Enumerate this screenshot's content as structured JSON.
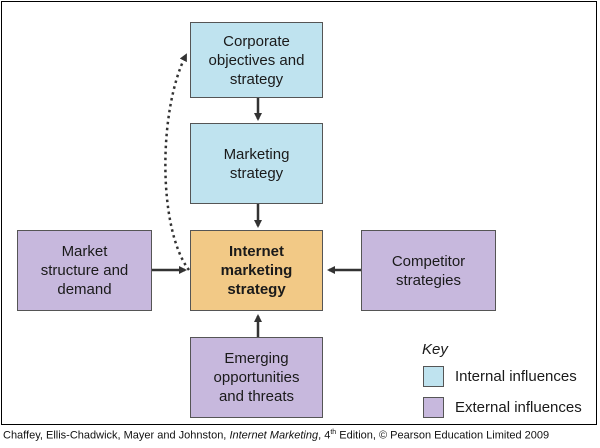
{
  "diagram": {
    "nodes": {
      "corporate": {
        "label": "Corporate\nobjectives and\nstrategy",
        "type": "internal"
      },
      "marketing": {
        "label": "Marketing\nstrategy",
        "type": "internal"
      },
      "internet": {
        "label": "Internet\nmarketing\nstrategy",
        "type": "core"
      },
      "market": {
        "label": "Market\nstructure and\ndemand",
        "type": "external"
      },
      "competitor": {
        "label": "Competitor\nstrategies",
        "type": "external"
      },
      "emerging": {
        "label": "Emerging\nopportunities\nand threats",
        "type": "external"
      }
    },
    "edges": [
      {
        "from": "corporate",
        "to": "marketing",
        "style": "solid"
      },
      {
        "from": "marketing",
        "to": "internet",
        "style": "solid"
      },
      {
        "from": "market",
        "to": "internet",
        "style": "solid"
      },
      {
        "from": "competitor",
        "to": "internet",
        "style": "solid"
      },
      {
        "from": "emerging",
        "to": "internet",
        "style": "solid"
      },
      {
        "from": "internet",
        "to": "corporate",
        "style": "dotted"
      }
    ]
  },
  "key": {
    "title": "Key",
    "internal_label": "Internal influences",
    "external_label": "External influences"
  },
  "citation": {
    "authors": "Chaffey, Ellis-Chadwick, Mayer and Johnston,",
    "book": "Internet Marketing",
    "edition_num": "4",
    "edition_sup": "th",
    "rest": "Edition, © Pearson Education Limited 2009"
  },
  "colors": {
    "internal": "#bfe3ef",
    "external": "#c7b8dd",
    "core": "#f2c986",
    "arrow": "#333333"
  }
}
